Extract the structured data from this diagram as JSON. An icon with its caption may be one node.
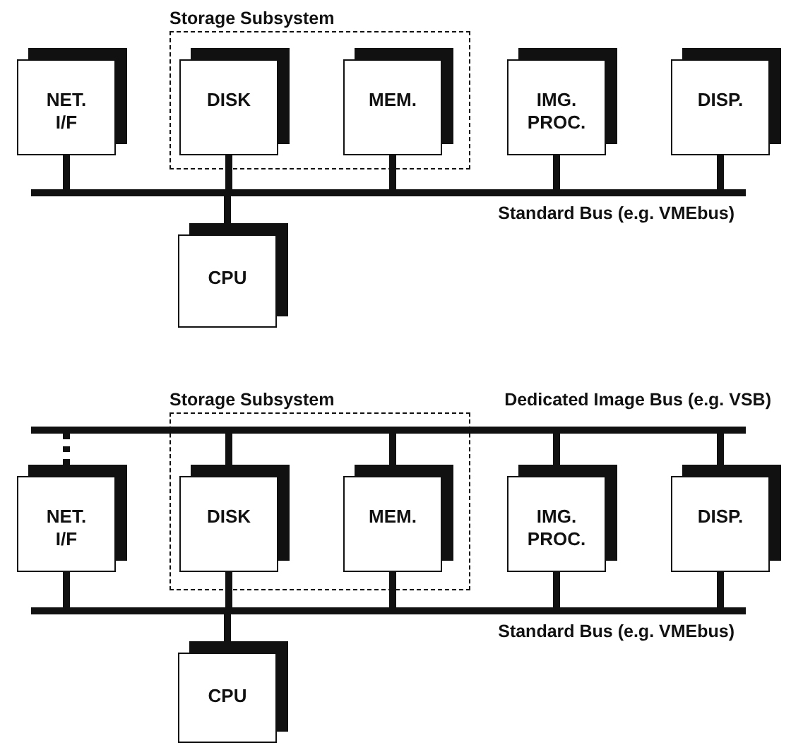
{
  "diagram": {
    "nodes": [
      {
        "text": [
          "Storage Subsystem"
        ]
      },
      {
        "text": [
          "NET. I/F"
        ]
      },
      {
        "text": [
          "DISK"
        ],
        "in": 0
      },
      {
        "text": [
          "MEM."
        ],
        "in": 0
      },
      {
        "text": [
          "IMG. PROC."
        ]
      },
      {
        "text": [
          "DISP."
        ]
      },
      {
        "text": [
          "Standard Bus (e.g. VMEbus)"
        ]
      },
      {
        "text": [
          "CPU"
        ]
      },
      {
        "text": [
          "Storage Subsystem"
        ]
      },
      {
        "text": [
          "Dedicated Image Bus (e.g. VSB)"
        ]
      },
      {
        "text": [
          "NET. I/F"
        ]
      },
      {
        "text": [
          "DISK"
        ],
        "in": 8
      },
      {
        "text": [
          "MEM."
        ],
        "in": 8
      },
      {
        "text": [
          "IMG. PROC."
        ]
      },
      {
        "text": [
          "DISP."
        ]
      },
      {
        "text": [
          "Standard Bus (e.g. VMEbus)"
        ]
      },
      {
        "text": [
          "CPU"
        ]
      }
    ],
    "edges": [
      {
        "from": 1,
        "to": 6,
        "arrow": "none"
      },
      {
        "from": 2,
        "to": 6,
        "arrow": "none"
      },
      {
        "from": 3,
        "to": 6,
        "arrow": "none"
      },
      {
        "from": 4,
        "to": 6,
        "arrow": "none"
      },
      {
        "from": 5,
        "to": 6,
        "arrow": "none"
      },
      {
        "from": 6,
        "to": 7,
        "arrow": "none"
      },
      {
        "from": 10,
        "to": 9,
        "arrow": "none",
        "style": "dashed"
      },
      {
        "from": 11,
        "to": 9,
        "arrow": "none"
      },
      {
        "from": 12,
        "to": 9,
        "arrow": "none"
      },
      {
        "from": 13,
        "to": 9,
        "arrow": "none"
      },
      {
        "from": 14,
        "to": 9,
        "arrow": "none"
      },
      {
        "from": 10,
        "to": 15,
        "arrow": "none"
      },
      {
        "from": 11,
        "to": 15,
        "arrow": "none"
      },
      {
        "from": 12,
        "to": 15,
        "arrow": "none"
      },
      {
        "from": 13,
        "to": 15,
        "arrow": "none"
      },
      {
        "from": 14,
        "to": 15,
        "arrow": "none"
      },
      {
        "from": 15,
        "to": 16,
        "arrow": "none"
      }
    ]
  }
}
